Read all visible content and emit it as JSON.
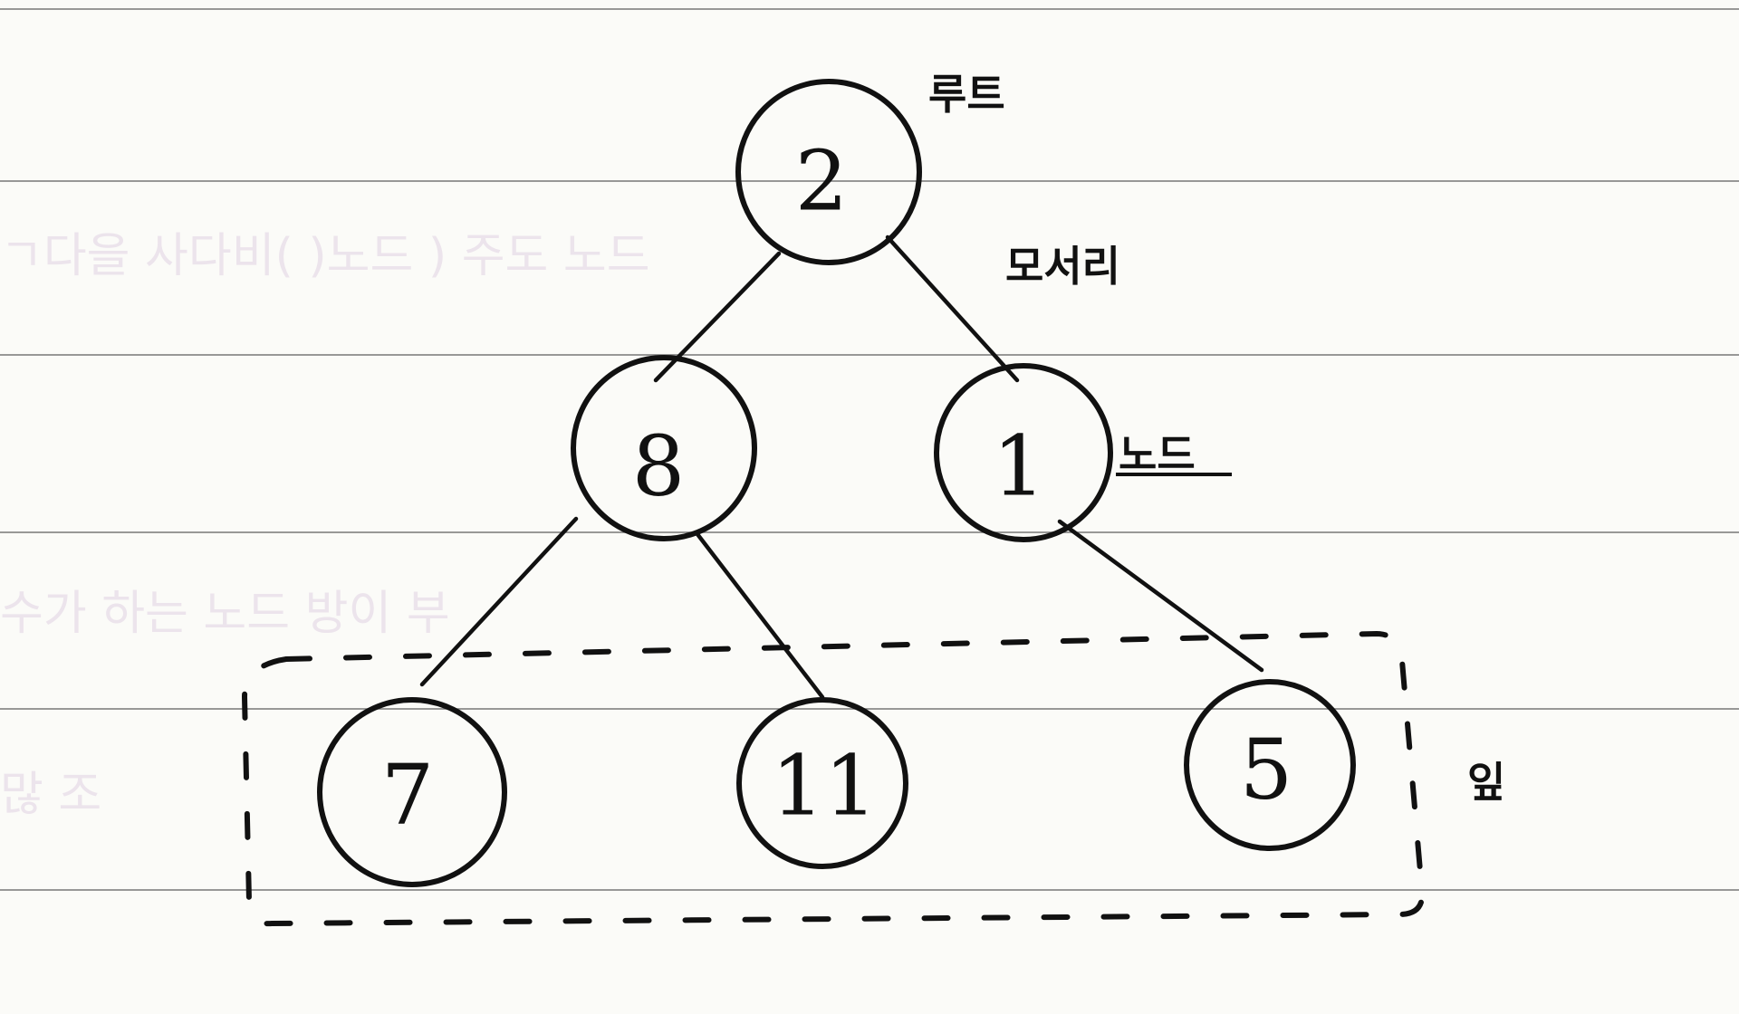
{
  "diagram": {
    "ruled_line_color": "#7a7a7a",
    "ink_color": "#111111",
    "ghost_text_color": "#ece4ec",
    "ghost_text": [
      "ㄱ다을 사다비(  )노드 ) 주도 노드",
      "수가 하는  노드 방이  부 ",
      "많   조  "
    ],
    "nodes": [
      {
        "id": "n2",
        "label": "2"
      },
      {
        "id": "n8",
        "label": "8"
      },
      {
        "id": "n1",
        "label": "1"
      },
      {
        "id": "n7",
        "label": "7"
      },
      {
        "id": "n11",
        "label": "11"
      },
      {
        "id": "n5",
        "label": "5"
      }
    ],
    "edges": [
      {
        "from": "n2",
        "to": "n8"
      },
      {
        "from": "n2",
        "to": "n1"
      },
      {
        "from": "n8",
        "to": "n7"
      },
      {
        "from": "n8",
        "to": "n11"
      },
      {
        "from": "n1",
        "to": "n5"
      }
    ],
    "labels": {
      "root": "루트",
      "edge": "모서리",
      "node": "노드",
      "leaf": "잎"
    }
  }
}
